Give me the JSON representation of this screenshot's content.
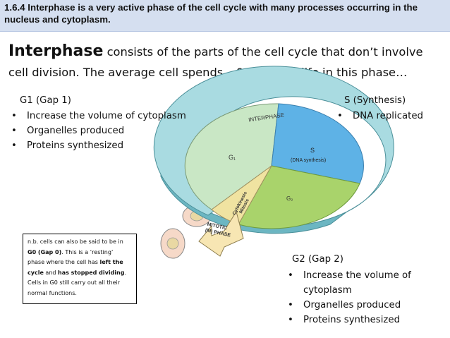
{
  "header": {
    "title": "1.6.4 Interphase is a very active phase of the cell cycle with many processes occurring in the nucleus and cytoplasm."
  },
  "intro": {
    "lead": "Interphase",
    "text": " consists of the parts of the cell cycle that don’t involve cell division. The average cell spends ~90% of it’s life in this phase…"
  },
  "g1": {
    "title": "G1  (Gap 1)",
    "bullets": [
      "Increase the volume of cytoplasm",
      "Organelles produced",
      "Proteins synthesized"
    ]
  },
  "s": {
    "title": "S (Synthesis)",
    "bullets": [
      "DNA replicated"
    ]
  },
  "g2": {
    "title": "G2  (Gap 2)",
    "bullets": [
      "Increase the volume of cytoplasm",
      "Organelles produced",
      "Proteins synthesized"
    ]
  },
  "note": {
    "p1": "n.b. cells can also be said to be in ",
    "b1": "G0 (Gap 0)",
    "p2": ". This is a ‘resting’ phase where the cell has ",
    "b2": "left the cycle",
    "p3": " and ",
    "b3": "has stopped dividing",
    "p4": ". Cells in G0 still carry out all their normal functions."
  },
  "diagram": {
    "ring_label": "INTERPHASE",
    "g1_label": "G₁",
    "s_label_1": "S",
    "s_label_2": "(DNA synthesis)",
    "g2_label": "G₂",
    "cytokinesis_label": "Cytokinesis",
    "mitosis_label": "Mitosis",
    "mitotic_label_1": "MITOTIC",
    "mitotic_label_2": "(M) PHASE",
    "colors": {
      "ring": "#a9dbe1",
      "ring_side": "#6cb6c2",
      "g1": "#c9e7c5",
      "s": "#5eb2e6",
      "g2": "#a9d36b",
      "m_phase": "#f0e3a1",
      "arrow": "#f7e6b3",
      "cell": "#f6d9c8"
    }
  }
}
